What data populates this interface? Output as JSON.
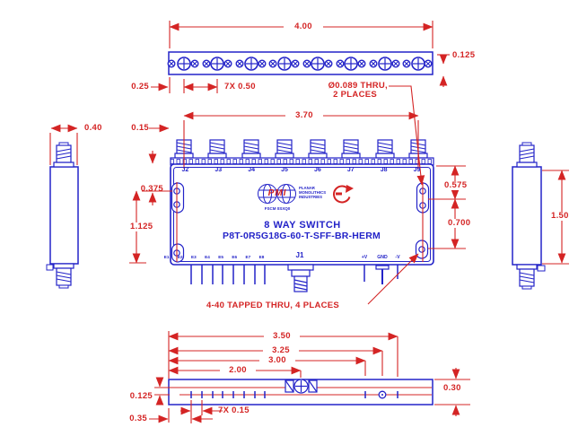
{
  "colors": {
    "line_blue": "#2323c8",
    "dim_red": "#d42424",
    "background": "#ffffff"
  },
  "top_view": {
    "dim_overall_width": "4.00",
    "dim_flange_thickness": "0.125",
    "dim_end_offset": "0.25",
    "dim_connector_spacing": "7X 0.50",
    "note_hole_line1": "Ø0.089 THRU,",
    "note_hole_line2": "2 PLACES"
  },
  "left_view": {
    "dim_width": "0.40"
  },
  "right_view": {
    "dim_height": "1.50"
  },
  "front_view": {
    "dim_port_span": "3.70",
    "dim_edge_to_port": "0.15",
    "dim_top_to_hole_left": "0.375",
    "dim_hole_span_left": "1.125",
    "dim_top_to_hole_right": "0.575",
    "dim_hole_span_right": "0.700",
    "product_title": "8 WAY SWITCH",
    "part_number": "P8T-0R5G18G-60-T-SFF-BR-HERM",
    "note_tapped": "4-40 TAPPED THRU, 4 PLACES",
    "rf_common_label": "J1",
    "ports": [
      "J2",
      "J3",
      "J4",
      "J5",
      "J6",
      "J7",
      "J8",
      "J9"
    ],
    "control_pins": [
      "E1",
      "E2",
      "E3",
      "E4",
      "E5",
      "E6",
      "E7",
      "E8"
    ],
    "power_labels": [
      "+V",
      "GND",
      "-V"
    ],
    "logo": {
      "abbr": "PMI",
      "line1": "PLANAR",
      "line2": "MONOLITHICS",
      "line3": "INDUSTRIES",
      "fscm": "FSCM 0SXQ0"
    }
  },
  "bottom_view": {
    "dim_to_neg_v": "3.50",
    "dim_to_gnd": "3.25",
    "dim_to_pos_v": "3.00",
    "dim_to_j1": "2.00",
    "dim_thickness": "0.30",
    "dim_pin_row_offset": "0.125",
    "dim_edge_to_pin": "0.35",
    "dim_pin_spacing": "7X 0.15"
  }
}
